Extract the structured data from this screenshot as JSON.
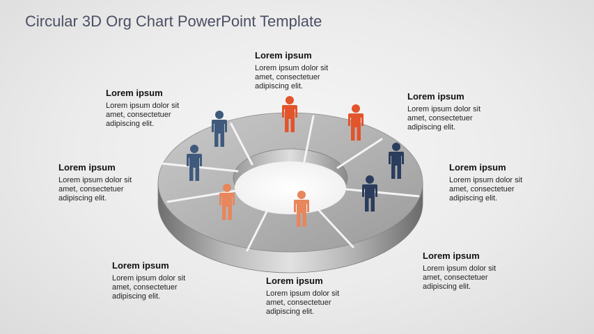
{
  "title": "Circular 3D Org Chart PowerPoint Template",
  "colors": {
    "orange": "#e2542b",
    "light_orange": "#e8865c",
    "navy": "#2b3d5c",
    "steel_blue": "#3f5a7d",
    "ring_gray": "#a8a8a8"
  },
  "blocks": [
    {
      "heading": "Lorem ipsum",
      "lines": [
        "Lorem ipsum dolor sit",
        "amet, consectetuer",
        "adipiscing elit."
      ]
    },
    {
      "heading": "Lorem ipsum",
      "lines": [
        "Lorem ipsum dolor sit",
        "amet, consectetuer",
        "adipiscing elit."
      ]
    },
    {
      "heading": "Lorem ipsum",
      "lines": [
        "Lorem ipsum dolor sit",
        "amet, consectetuer",
        "adipiscing elit."
      ]
    },
    {
      "heading": "Lorem ipsum",
      "lines": [
        "Lorem ipsum dolor sit",
        "amet, consectetuer",
        "adipiscing elit."
      ]
    },
    {
      "heading": "Lorem ipsum",
      "lines": [
        "Lorem ipsum dolor sit",
        "amet, consectetuer",
        "adipiscing elit."
      ]
    },
    {
      "heading": "Lorem ipsum",
      "lines": [
        "Lorem ipsum dolor sit",
        "amet, consectetuer",
        "adipiscing elit."
      ]
    },
    {
      "heading": "Lorem ipsum",
      "lines": [
        "Lorem ipsum dolor sit",
        "amet, consectetuer",
        "adipiscing elit."
      ]
    },
    {
      "heading": "Lorem ipsum",
      "lines": [
        "Lorem ipsum dolor sit",
        "amet, consectetuer",
        "adipiscing elit."
      ]
    }
  ],
  "people": [
    {
      "icon": "person-icon",
      "color": "orange"
    },
    {
      "icon": "person-icon",
      "color": "orange"
    },
    {
      "icon": "person-icon",
      "color": "navy"
    },
    {
      "icon": "person-icon",
      "color": "navy"
    },
    {
      "icon": "person-icon",
      "color": "light_orange"
    },
    {
      "icon": "person-icon",
      "color": "light_orange"
    },
    {
      "icon": "person-icon",
      "color": "steel_blue"
    },
    {
      "icon": "person-icon",
      "color": "steel_blue"
    }
  ]
}
